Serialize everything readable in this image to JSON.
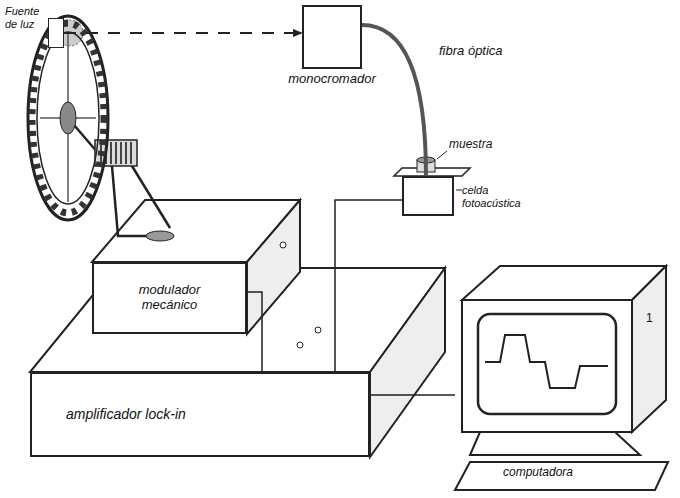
{
  "diagram": {
    "nodes": [
      {
        "text": [
          "Fuente de luz"
        ]
      },
      {
        "text": [
          "monocromador"
        ]
      },
      {
        "text": [
          "celda fotoacústica"
        ]
      },
      {
        "text": [
          "modulador mecánico"
        ]
      },
      {
        "text": [
          "amplificador lock-in"
        ]
      },
      {
        "text": [
          "computadora"
        ]
      }
    ],
    "edges": [
      {
        "from": 0,
        "to": 1,
        "arrow": "to"
      },
      {
        "from": 1,
        "to": 2,
        "arrow": "none",
        "label": "fibra óptica"
      },
      {
        "from": 3,
        "to": 4,
        "arrow": "none"
      },
      {
        "from": 2,
        "to": 4,
        "arrow": "none"
      },
      {
        "from": 4,
        "to": 5,
        "arrow": "none"
      }
    ],
    "labels": [
      "muestra",
      "1"
    ]
  }
}
